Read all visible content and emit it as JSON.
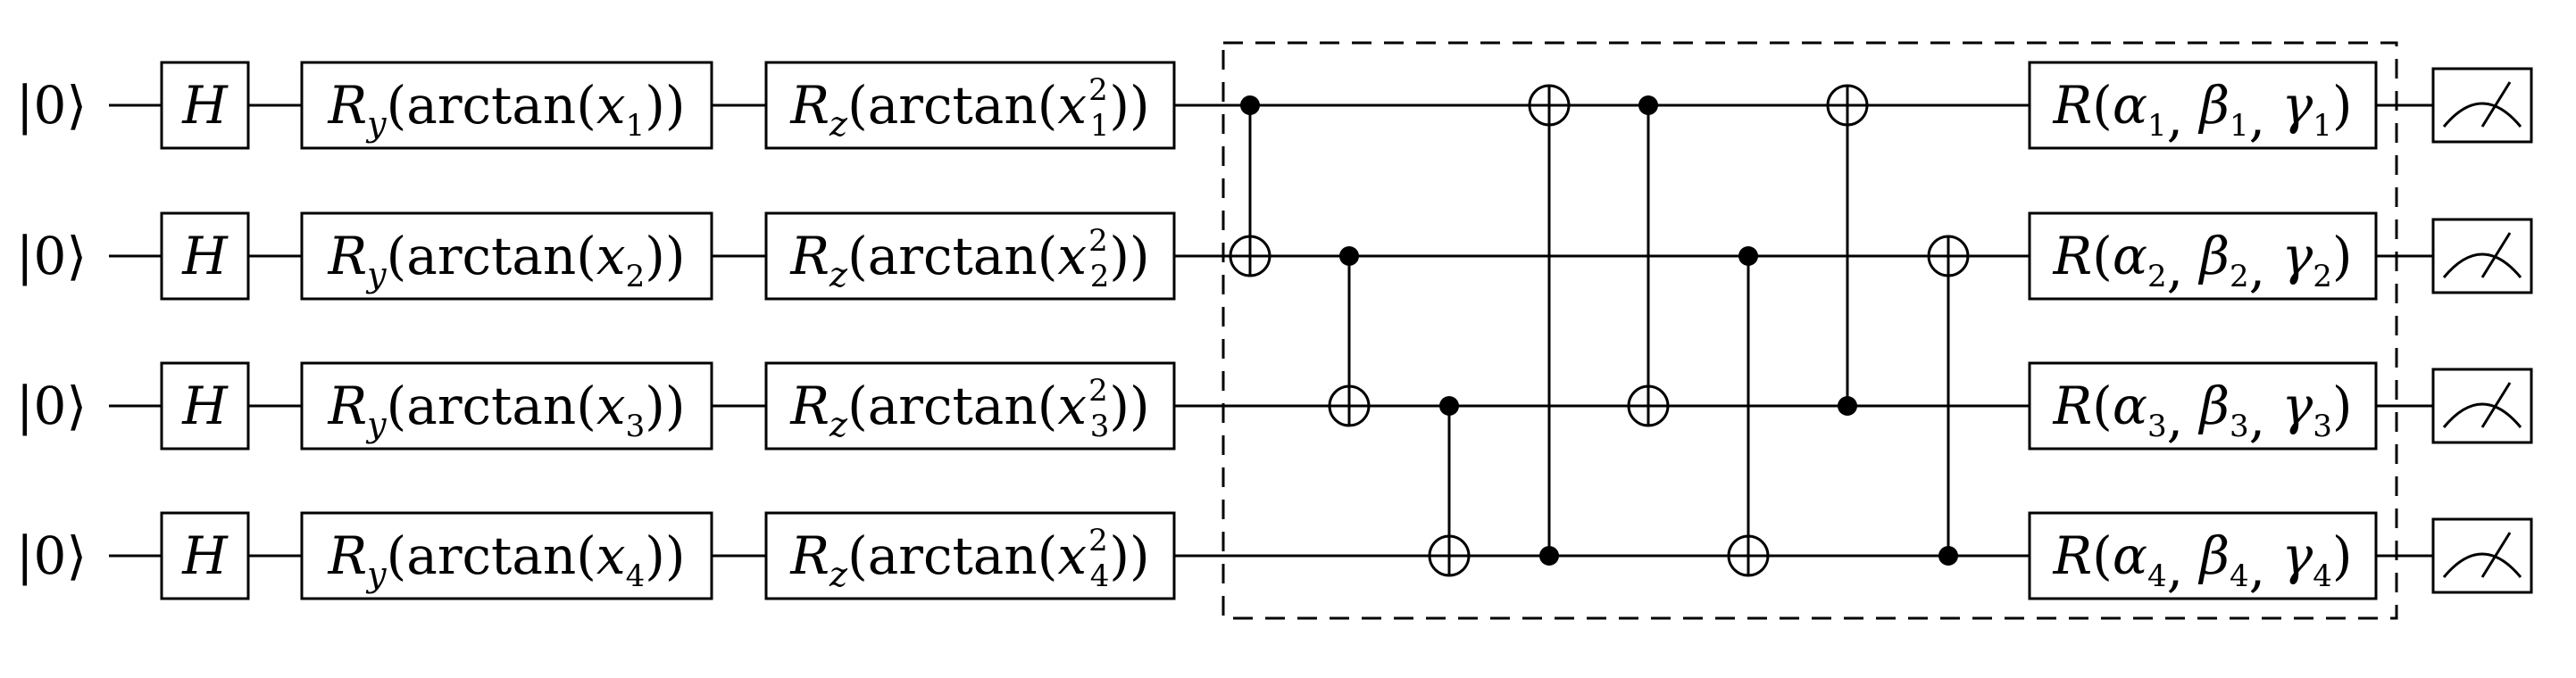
{
  "circuit": {
    "num_qubits": 4,
    "input_states": [
      "|0⟩",
      "|0⟩",
      "|0⟩",
      "|0⟩"
    ],
    "hadamard_label": "H",
    "encoding_layers": [
      {
        "gate": "R",
        "subscript": "y",
        "func": "arctan",
        "args": [
          {
            "var": "x",
            "index": "1",
            "power": ""
          },
          {
            "var": "x",
            "index": "2",
            "power": ""
          },
          {
            "var": "x",
            "index": "3",
            "power": ""
          },
          {
            "var": "x",
            "index": "4",
            "power": ""
          }
        ]
      },
      {
        "gate": "R",
        "subscript": "z",
        "func": "arctan",
        "args": [
          {
            "var": "x",
            "index": "1",
            "power": "2"
          },
          {
            "var": "x",
            "index": "2",
            "power": "2"
          },
          {
            "var": "x",
            "index": "3",
            "power": "2"
          },
          {
            "var": "x",
            "index": "4",
            "power": "2"
          }
        ]
      }
    ],
    "entangler_cnots": [
      {
        "control": 1,
        "target": 2
      },
      {
        "control": 2,
        "target": 3
      },
      {
        "control": 3,
        "target": 4
      },
      {
        "control": 4,
        "target": 1
      },
      {
        "control": 1,
        "target": 3
      },
      {
        "control": 2,
        "target": 4
      },
      {
        "control": 3,
        "target": 1
      },
      {
        "control": 4,
        "target": 2
      }
    ],
    "rotation_gates": [
      {
        "name": "R",
        "params": [
          "α",
          "β",
          "γ"
        ],
        "index": "1"
      },
      {
        "name": "R",
        "params": [
          "α",
          "β",
          "γ"
        ],
        "index": "2"
      },
      {
        "name": "R",
        "params": [
          "α",
          "β",
          "γ"
        ],
        "index": "3"
      },
      {
        "name": "R",
        "params": [
          "α",
          "β",
          "γ"
        ],
        "index": "4"
      }
    ],
    "measurement_icon": "measurement-meter-icon",
    "colors": {
      "stroke": "#000000",
      "background": "#ffffff"
    }
  }
}
